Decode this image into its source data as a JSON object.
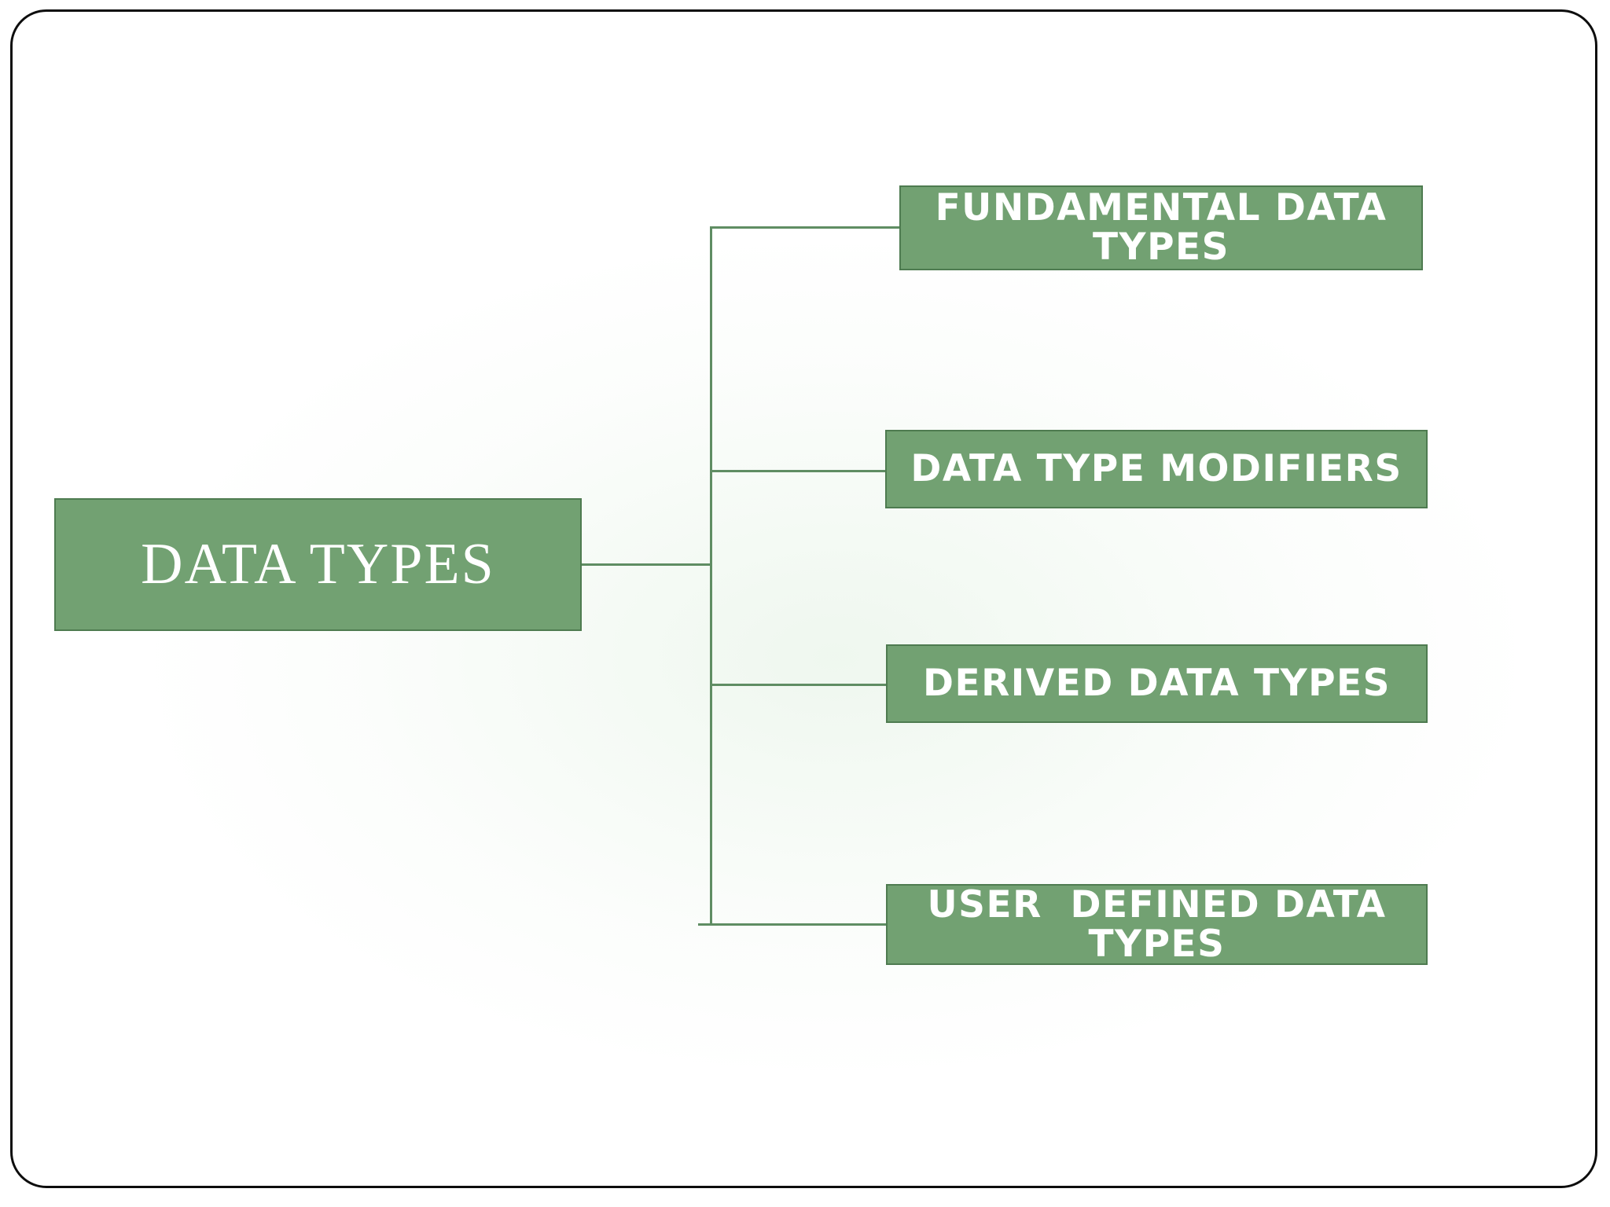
{
  "slide": {
    "frame_color": "#0D0D0D",
    "background": "#FFFFFF"
  },
  "theme": {
    "node_fill": "#72A172",
    "node_border": "#4E7B50",
    "node_text": "#FFFFFF",
    "connector": "#5F8D63"
  },
  "diagram": {
    "type": "hierarchy",
    "orientation": "left-to-right",
    "root": {
      "id": "data-types",
      "label": "DATA TYPES"
    },
    "children": [
      {
        "id": "fundamental-data-types",
        "label": "FUNDAMENTAL DATA TYPES"
      },
      {
        "id": "data-type-modifiers",
        "label": "DATA TYPE MODIFIERS"
      },
      {
        "id": "derived-data-types",
        "label": "DERIVED DATA TYPES"
      },
      {
        "id": "user-defined-data-types",
        "label": "USER  DEFINED DATA TYPES"
      }
    ]
  }
}
